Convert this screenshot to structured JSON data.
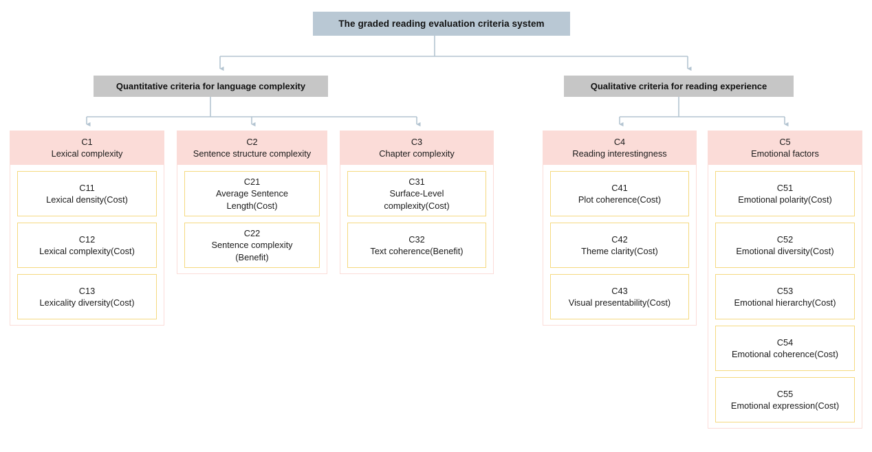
{
  "diagram": {
    "root": {
      "label": "The graded reading evaluation criteria system"
    },
    "branches": [
      {
        "label": "Quantitative criteria for language complexity"
      },
      {
        "label": "Qualitative criteria for reading experience"
      }
    ],
    "criteria": [
      {
        "code": "C1",
        "name": "Lexical complexity",
        "items": [
          {
            "code": "C11",
            "name": "Lexical density(Cost)"
          },
          {
            "code": "C12",
            "name": "Lexical complexity(Cost)"
          },
          {
            "code": "C13",
            "name": "Lexicality diversity(Cost)"
          }
        ]
      },
      {
        "code": "C2",
        "name": "Sentence structure complexity",
        "items": [
          {
            "code": "C21",
            "name": "Average Sentence\nLength(Cost)"
          },
          {
            "code": "C22",
            "name": "Sentence complexity\n(Benefit)"
          }
        ]
      },
      {
        "code": "C3",
        "name": "Chapter complexity",
        "items": [
          {
            "code": "C31",
            "name": "Surface-Level\ncomplexity(Cost)"
          },
          {
            "code": "C32",
            "name": "Text coherence(Benefit)"
          }
        ]
      },
      {
        "code": "C4",
        "name": "Reading interestingness",
        "items": [
          {
            "code": "C41",
            "name": "Plot coherence(Cost)"
          },
          {
            "code": "C42",
            "name": "Theme clarity(Cost)"
          },
          {
            "code": "C43",
            "name": "Visual presentability(Cost)"
          }
        ]
      },
      {
        "code": "C5",
        "name": "Emotional factors",
        "items": [
          {
            "code": "C51",
            "name": "Emotional polarity(Cost)"
          },
          {
            "code": "C52",
            "name": "Emotional diversity(Cost)"
          },
          {
            "code": "C53",
            "name": "Emotional hierarchy(Cost)"
          },
          {
            "code": "C54",
            "name": "Emotional coherence(Cost)"
          },
          {
            "code": "C55",
            "name": "Emotional expression(Cost)"
          }
        ]
      }
    ],
    "colors": {
      "root_fill": "#b9c8d4",
      "branch_fill": "#c6c6c6",
      "criterion_header_fill": "#fbdcd8",
      "criterion_border": "#fbdcd8",
      "sub_item_border": "#f5d97f",
      "connector_line": "#b3c4d1",
      "page_background": "#ffffff"
    }
  }
}
